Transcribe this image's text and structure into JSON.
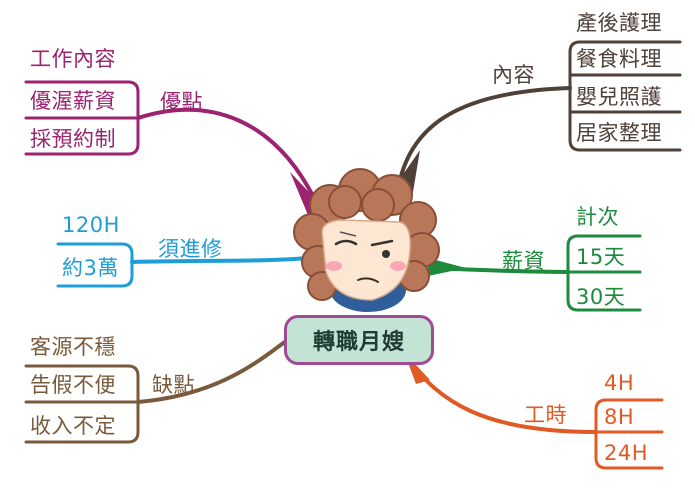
{
  "central": "轉職月嫂",
  "branches": {
    "pros": {
      "label": "優點",
      "color": "#9b2370",
      "items": [
        "工作內容",
        "優渥薪資",
        "採預約制"
      ]
    },
    "content": {
      "label": "內容",
      "color": "#4f4038",
      "items": [
        "產後護理",
        "餐食料理",
        "嬰兒照護",
        "居家整理"
      ]
    },
    "training": {
      "label": "須進修",
      "color": "#1e9dd8",
      "items": [
        "120H",
        "約3萬"
      ]
    },
    "salary": {
      "label": "薪資",
      "color": "#1e8a3c",
      "items": [
        "計次",
        "15天",
        "30天"
      ]
    },
    "cons": {
      "label": "缺點",
      "color": "#7a5a3c",
      "items": [
        "客源不穩",
        "告假不便",
        "收入不定"
      ]
    },
    "hours": {
      "label": "工時",
      "color": "#e05a24",
      "items": [
        "4H",
        "8H",
        "24H"
      ]
    }
  },
  "illustration": "tired-woman-face-icon"
}
